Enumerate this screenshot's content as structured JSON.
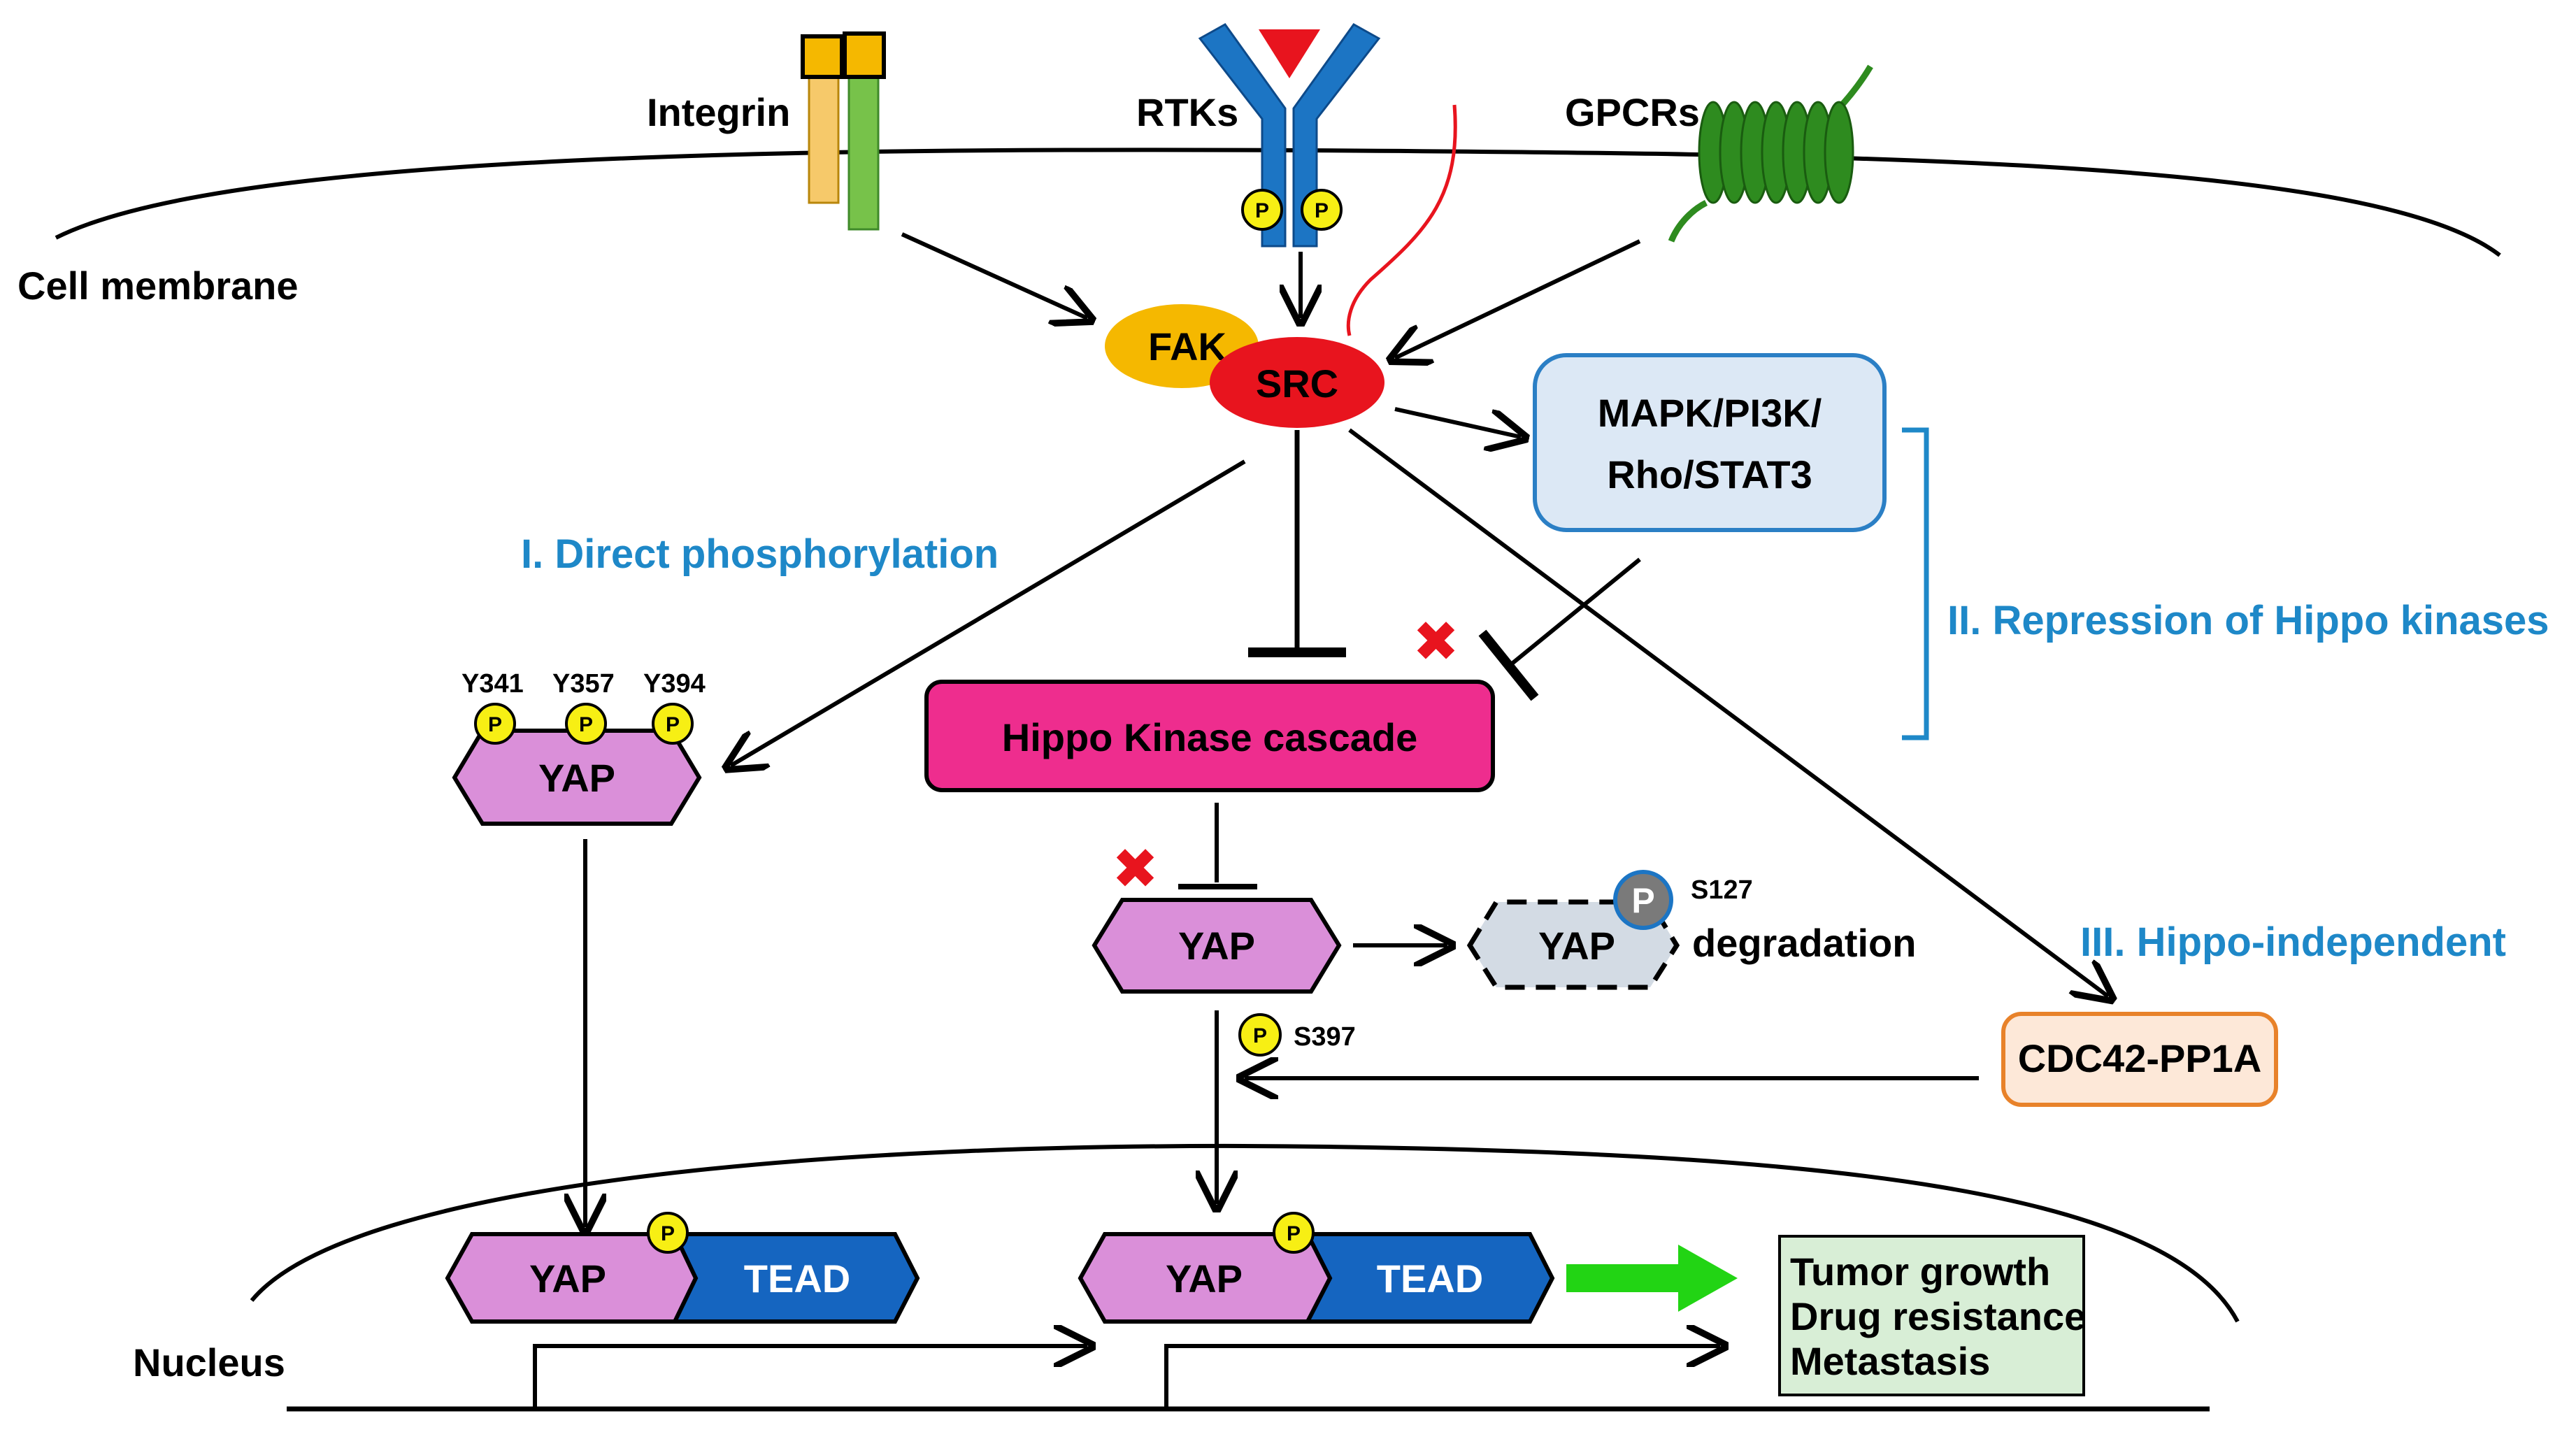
{
  "receptors": {
    "integrin": "Integrin",
    "rtks": "RTKs",
    "gpcrs": "GPCRs"
  },
  "membrane": {
    "cell": "Cell membrane",
    "nucleus": "Nucleus"
  },
  "kinases": {
    "fak": "FAK",
    "src": "SRC",
    "mapk_line1": "MAPK/PI3K/",
    "mapk_line2": "Rho/STAT3",
    "hippo": "Hippo Kinase cascade",
    "cdc42": "CDC42-PP1A"
  },
  "pathways": {
    "direct": "I. Direct phosphorylation",
    "repression": "II. Repression of Hippo kinases",
    "independent": "III. Hippo-independent"
  },
  "yap": {
    "label": "YAP",
    "tead": "TEAD",
    "p": "P",
    "y341": "Y341",
    "y357": "Y357",
    "y394": "Y394",
    "s127": "S127",
    "s397": "S397",
    "degradation": "degradation"
  },
  "outcomes": {
    "line1": "Tumor growth",
    "line2": "Drug resistance",
    "line3": "Metastasis"
  },
  "colors": {
    "src": "#e8141e",
    "fak": "#f5b800",
    "hippo": "#ee2d8e",
    "yap": "#da8fd9",
    "tead": "#1565c0",
    "mapk_fill": "#dce8f5",
    "mapk_border": "#2b7fc5",
    "cdc42_border": "#e8822a",
    "outcome_fill": "#d8eed6",
    "pathway_text": "#1e88c8",
    "receptor_blue": "#1c75c4",
    "gpcr_green": "#2e8b1f"
  }
}
